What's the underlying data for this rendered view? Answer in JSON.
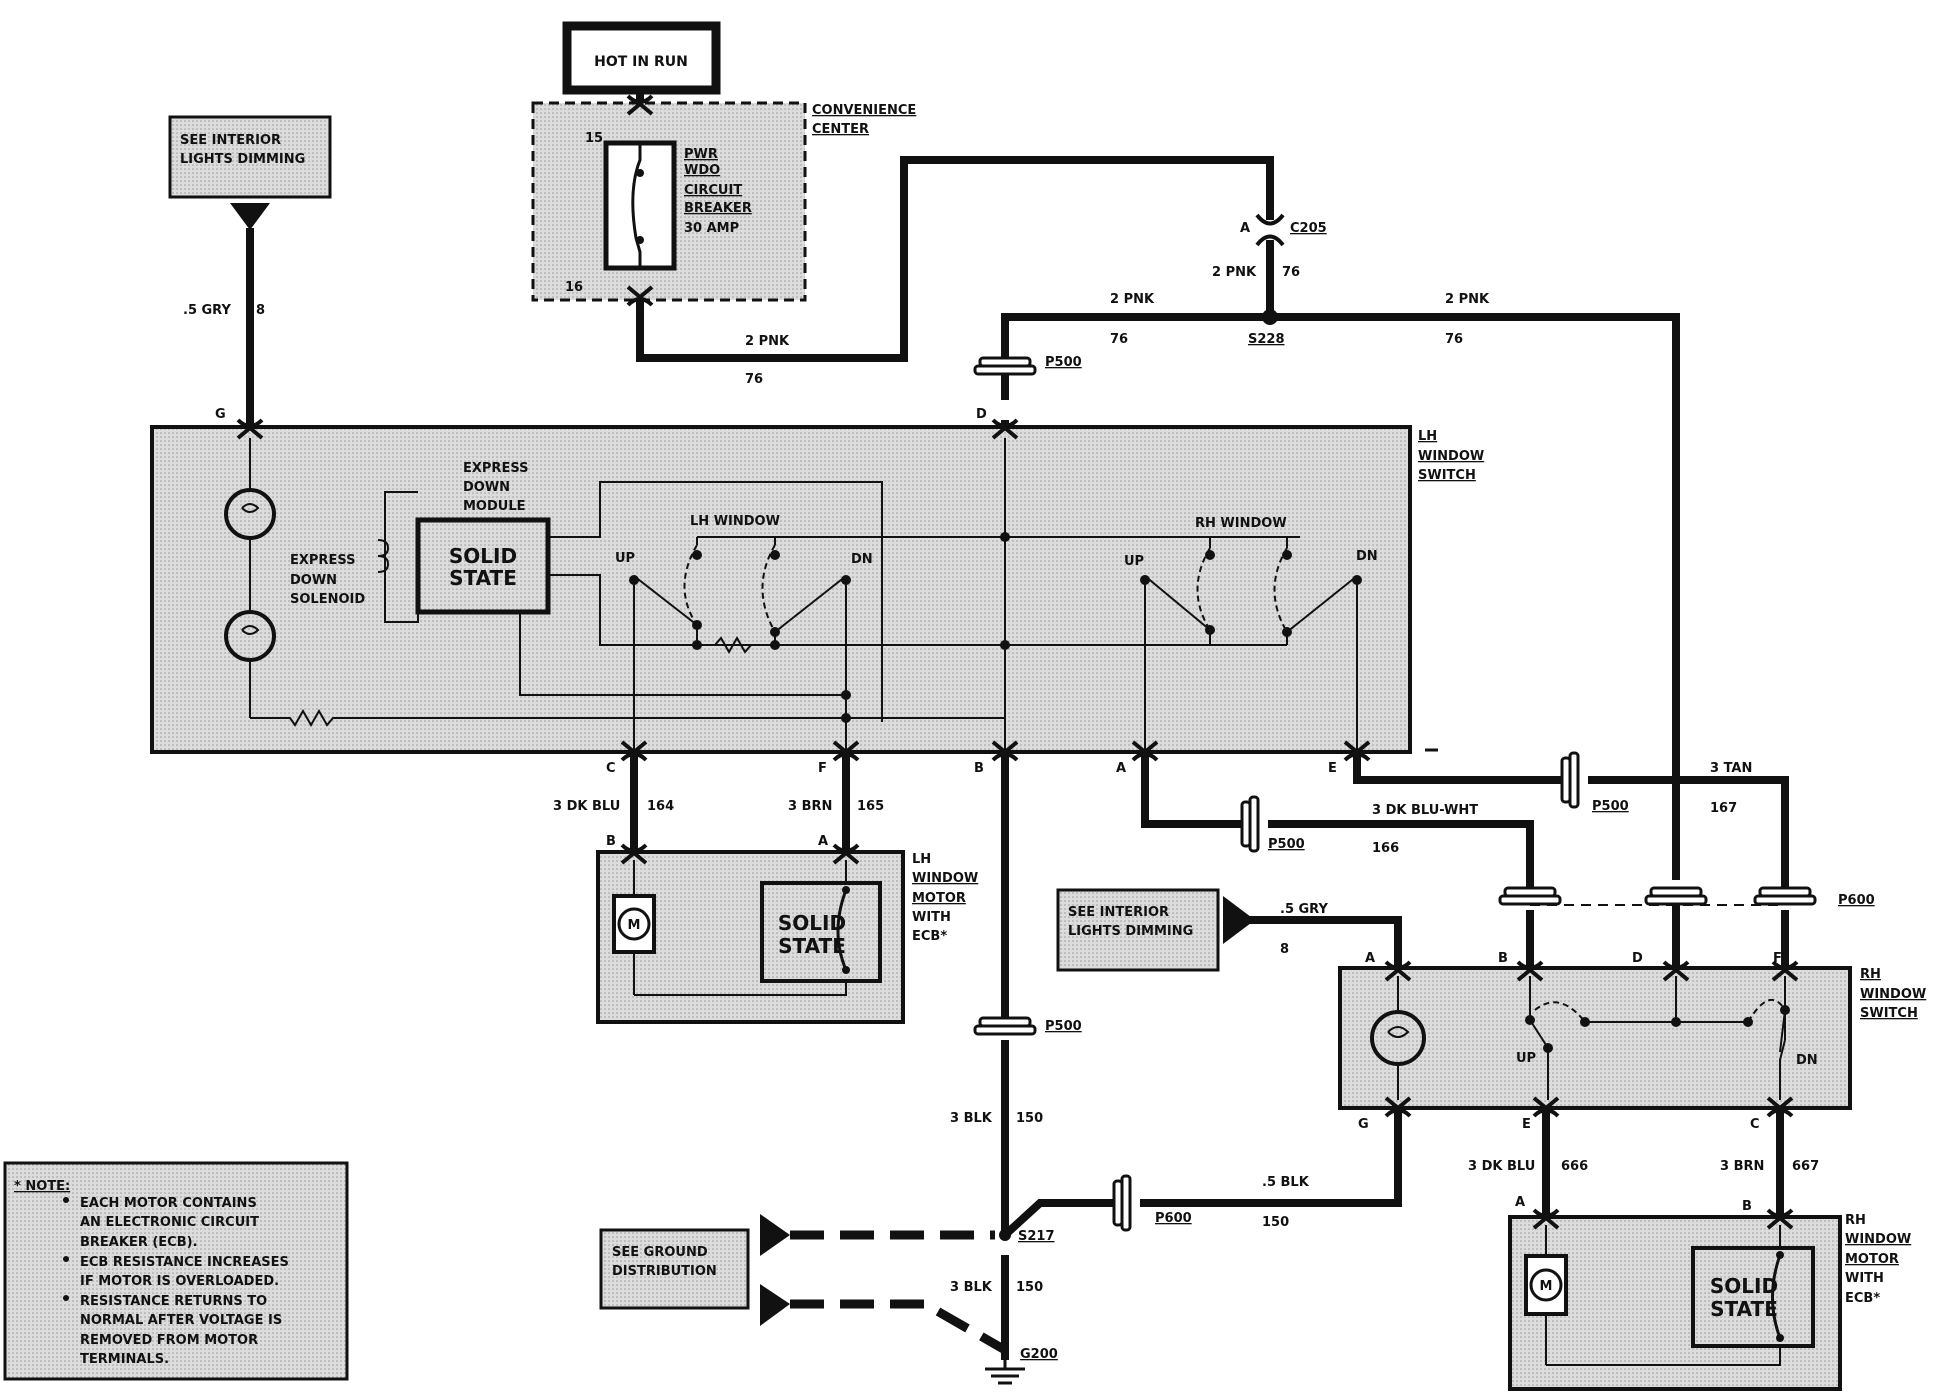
{
  "colors": {
    "ink": "#111111",
    "fill": "#d4d4d4",
    "paper": "#ffffff"
  },
  "sources": {
    "hot_in_run": "HOT IN RUN",
    "convenience_center": [
      "CONVENIENCE",
      "CENTER"
    ],
    "breaker": [
      "PWR",
      "WDO",
      "CIRCUIT",
      "BREAKER",
      "30 AMP"
    ],
    "pin_top": "15",
    "pin_bottom": "16"
  },
  "refs": {
    "interior_dimming_top": [
      "SEE INTERIOR",
      "LIGHTS DIMMING"
    ],
    "interior_dimming_right": [
      "SEE INTERIOR",
      "LIGHTS DIMMING"
    ],
    "ground_distribution": [
      "SEE GROUND",
      "DISTRIBUTION"
    ]
  },
  "wires": {
    "gry_top": ".5 GRY",
    "gry_top_num": "8",
    "pnk_main": "2 PNK",
    "pnk_main_num": "76",
    "pnk_c205": "2 PNK",
    "pnk_c205_num": "76",
    "pnk_left": "2 PNK",
    "pnk_left_num": "76",
    "pnk_right": "2 PNK",
    "pnk_right_num": "76",
    "dkblu_lh": "3 DK BLU",
    "dkblu_lh_num": "164",
    "brn_lh": "3 BRN",
    "brn_lh_num": "165",
    "dkbluwht": "3 DK BLU-WHT",
    "dkbluwht_num": "166",
    "tan": "3 TAN",
    "tan_num": "167",
    "gry_right": ".5 GRY",
    "gry_right_num": "8",
    "blk_a": "3 BLK",
    "blk_a_num": "150",
    "blk_b": ".5 BLK",
    "blk_b_num": "150",
    "blk_c": "3 BLK",
    "blk_c_num": "150",
    "dkblu_rh": "3 DK BLU",
    "dkblu_rh_num": "666",
    "brn_rh": "3 BRN",
    "brn_rh_num": "667"
  },
  "connectors": {
    "c205": "C205",
    "c205_pin": "A",
    "s228": "S228",
    "s217": "S217",
    "g200": "G200",
    "p500_top": "P500",
    "p500_mid": "P500",
    "p500_right": "P500",
    "p500_bottom": "P500",
    "p600_right": "P600",
    "p600_bottom": "P600"
  },
  "lh_switch": {
    "name": [
      "LH",
      "WINDOW",
      "SWITCH"
    ],
    "express_module": [
      "EXPRESS",
      "DOWN",
      "MODULE"
    ],
    "express_solenoid": [
      "EXPRESS",
      "DOWN",
      "SOLENOID"
    ],
    "solid_state": [
      "SOLID",
      "STATE"
    ],
    "lh_window": "LH WINDOW",
    "rh_window": "RH WINDOW",
    "up": "UP",
    "dn": "DN",
    "up2": "UP",
    "dn2": "DN",
    "pins": {
      "g": "G",
      "d": "D",
      "c": "C",
      "f": "F",
      "b": "B",
      "a": "A",
      "e": "E"
    }
  },
  "lh_motor": {
    "name": [
      "LH",
      "WINDOW",
      "MOTOR",
      "WITH",
      "ECB*"
    ],
    "motor": "M",
    "solid_state": [
      "SOLID",
      "STATE"
    ],
    "pins": {
      "b": "B",
      "a": "A"
    }
  },
  "rh_switch": {
    "name": [
      "RH",
      "WINDOW",
      "SWITCH"
    ],
    "up": "UP",
    "dn": "DN",
    "pins": {
      "a": "A",
      "b": "B",
      "d": "D",
      "f": "F",
      "g": "G",
      "e": "E",
      "c": "C"
    }
  },
  "rh_motor": {
    "name": [
      "RH",
      "WINDOW",
      "MOTOR",
      "WITH",
      "ECB*"
    ],
    "motor": "M",
    "solid_state": [
      "SOLID",
      "STATE"
    ],
    "pins": {
      "a": "A",
      "b": "B"
    }
  },
  "note": {
    "title": "* NOTE:",
    "lines": [
      "EACH MOTOR CONTAINS",
      "AN ELECTRONIC CIRCUIT",
      "BREAKER (ECB).",
      "ECB RESISTANCE INCREASES",
      "IF MOTOR IS OVERLOADED.",
      "RESISTANCE RETURNS TO",
      "NORMAL AFTER VOLTAGE IS",
      "REMOVED FROM MOTOR",
      "TERMINALS."
    ]
  }
}
